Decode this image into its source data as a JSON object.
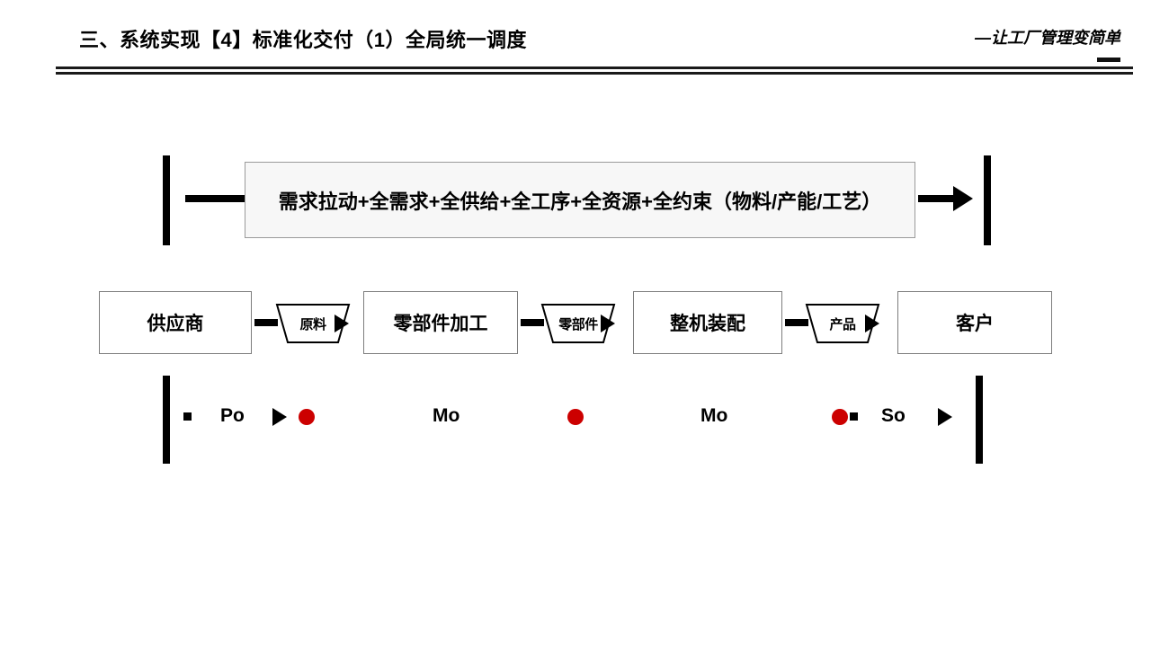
{
  "header": {
    "title": "三、系统实现【4】标准化交付（1）全局统一调度",
    "slogan": "—让工厂管理变简单"
  },
  "banner": {
    "text": "需求拉动+全需求+全供给+全工序+全资源+全约束（物料/产能/工艺）"
  },
  "flow": {
    "stages": [
      {
        "label": "供应商"
      },
      {
        "label": "零部件加工"
      },
      {
        "label": "整机装配"
      },
      {
        "label": "客户"
      }
    ],
    "materials": [
      {
        "label": "原料"
      },
      {
        "label": "零部件"
      },
      {
        "label": "产品"
      }
    ]
  },
  "orders": {
    "items": [
      {
        "label": "Po"
      },
      {
        "label": "Mo"
      },
      {
        "label": "Mo"
      },
      {
        "label": "So"
      }
    ]
  },
  "colors": {
    "dot_red": "#cc0000",
    "shape_black": "#000000",
    "banner_fill": "#f7f7f7",
    "banner_border": "#9a9a9a",
    "box_border": "#7d7d7d"
  }
}
